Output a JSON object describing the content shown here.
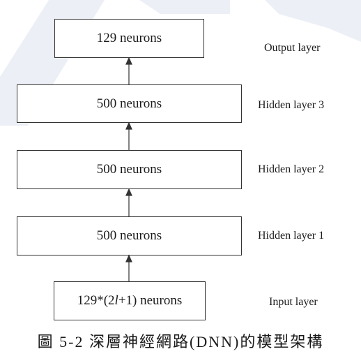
{
  "layers": [
    {
      "id": "output",
      "box_text": "129 neurons",
      "label": "Output layer"
    },
    {
      "id": "hidden3",
      "box_text": "500 neurons",
      "label": "Hidden layer 3"
    },
    {
      "id": "hidden2",
      "box_text": "500 neurons",
      "label": "Hidden layer 2"
    },
    {
      "id": "hidden1",
      "box_text": "500 neurons",
      "label": "Hidden layer 1"
    },
    {
      "id": "input",
      "box_text_parts": {
        "prefix": "129*(2",
        "var": "l",
        "suffix": "+1) neurons"
      },
      "label": "Input layer"
    }
  ],
  "caption": "圖 5-2 深層神經網路(DNN)的模型架構",
  "colors": {
    "box_border": "#333333",
    "arrow": "#333333",
    "watermark": "#dde3ef"
  }
}
